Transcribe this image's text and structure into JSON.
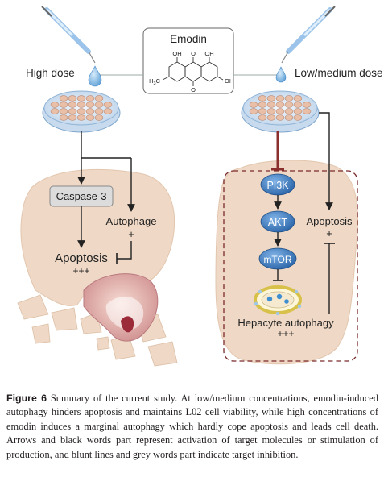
{
  "figure": {
    "compound": {
      "name": "Emodin",
      "atoms": {
        "oh1": "OH",
        "o_top": "O",
        "oh2": "OH",
        "h3c": "H",
        "h3c_sub": "3",
        "h3c_c": "C",
        "o_bottom": "O",
        "oh3": "OH"
      }
    },
    "left": {
      "dose_label": "High dose",
      "caspase_label": "Caspase-3",
      "autophage_label": "Autophage",
      "autophage_level": "+",
      "apoptosis_label": "Apoptosis",
      "apoptosis_level": "+++"
    },
    "right": {
      "dose_label": "Low/medium dose",
      "pi3k_label": "PI3K",
      "akt_label": "AKT",
      "mtor_label": "mTOR",
      "apoptosis_label": "Apoptosis",
      "apoptosis_level": "+",
      "autophagy_label": "Hepacyte autophagy",
      "autophagy_level": "+++"
    }
  },
  "caption": {
    "lead": "Figure 6",
    "text": "Summary of the current study. At low/medium concentrations, emodin-induced autophagy hinders apoptosis and maintains L02 cell viability, while high concentrations of emodin induces a marginal autophagy which hardly cope apoptosis and leads cell death. Arrows and black words part represent activation of target molecules or stimulation of production, and blunt lines and grey words part indicate target inhibition."
  },
  "colors": {
    "cell_fill": "#efd9c6",
    "node_blue": "#2f6fb0",
    "inhibition_red": "#8a2e2e",
    "box_grey": "#dcdcdc",
    "line": "#222222"
  }
}
